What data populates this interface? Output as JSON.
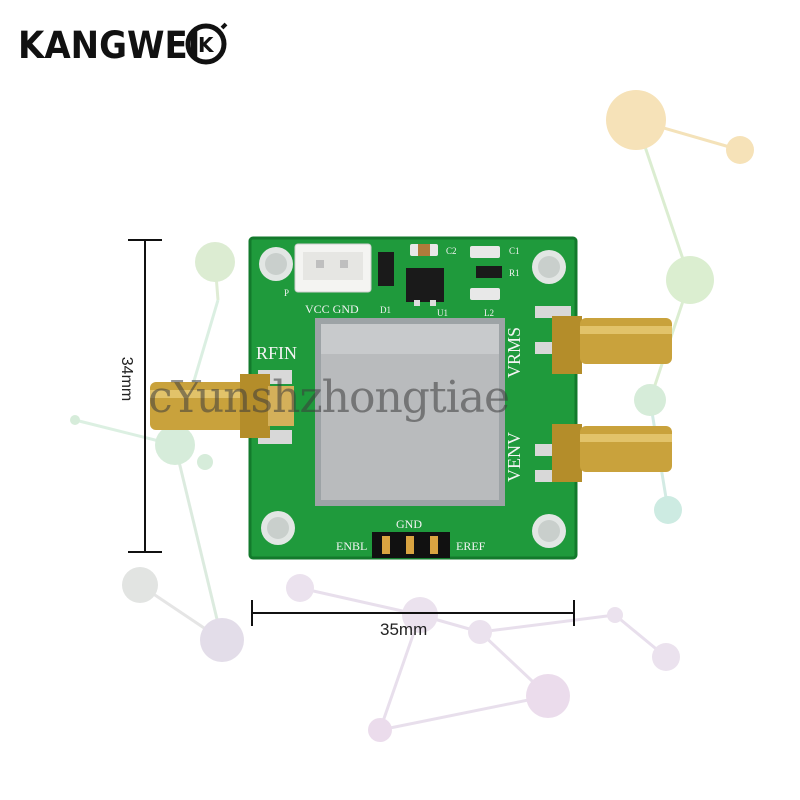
{
  "brand": {
    "name": "KANGWEI",
    "mark": "K"
  },
  "watermark": "cYunshzhongtiae",
  "dimensions": {
    "width_label": "35mm",
    "height_label": "34mm"
  },
  "board": {
    "labels": {
      "power_label": "VCC GND",
      "rf_in": "RFIN",
      "vrms": "VRMS",
      "venv": "VENV",
      "header_gnd": "GND",
      "header_left": "ENBL",
      "header_right": "EREF",
      "c2": "C2",
      "c1": "C1",
      "r1": "R1",
      "d1": "D1",
      "u1": "U1",
      "l2": "L2",
      "p": "P"
    }
  },
  "colors": {
    "pcb": "#1f9a3c",
    "pcb_dark": "#137a2c",
    "shield": "#b9bbbd",
    "sma_gold": "#c9a23c",
    "silkscreen": "#f4f4f4"
  }
}
